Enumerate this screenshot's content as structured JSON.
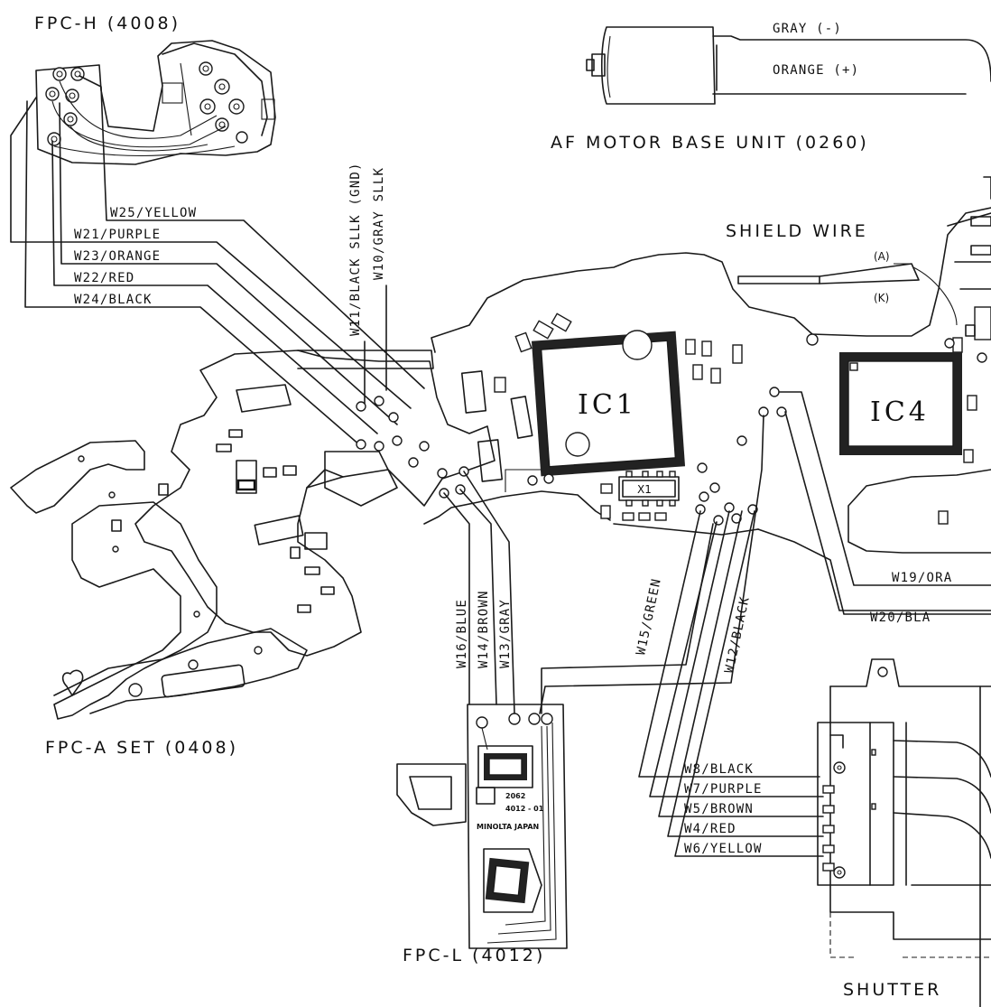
{
  "labels": {
    "fpc_h": "FPC-H (4008)",
    "gray_minus": "GRAY (-)",
    "orange_plus": "ORANGE (+)",
    "af_motor": "AF MOTOR BASE UNIT (0260)",
    "shield_wire": "SHIELD WIRE",
    "a": "(A)",
    "k": "(K)",
    "w25": "W25/YELLOW",
    "w21": "W21/PURPLE",
    "w23": "W23/ORANGE",
    "w22": "W22/RED",
    "w24": "W24/BLACK",
    "w11": "W11/BLACK SLLK (GND)",
    "w10": "W10/GRAY SLLK",
    "ic1": "IC1",
    "ic4": "IC4",
    "x1": "X1",
    "w16": "W16/BLUE",
    "w14": "W14/BROWN",
    "w13": "W13/GRAY",
    "w15": "W15/GREEN",
    "w12": "W12/BLACK",
    "w19": "W19/ORA",
    "w20": "W20/BLA",
    "fpc_a": "FPC-A SET (0408)",
    "w8": "W8/BLACK",
    "w7": "W7/PURPLE",
    "w5": "W5/BROWN",
    "w4": "W4/RED",
    "w6": "W6/YELLOW",
    "fpc_l": "FPC-L (4012)",
    "shutter": "SHUTTER",
    "part_no": "2062",
    "part_code": "4012 - 01",
    "maker": "MINOLTA JAPAN"
  }
}
